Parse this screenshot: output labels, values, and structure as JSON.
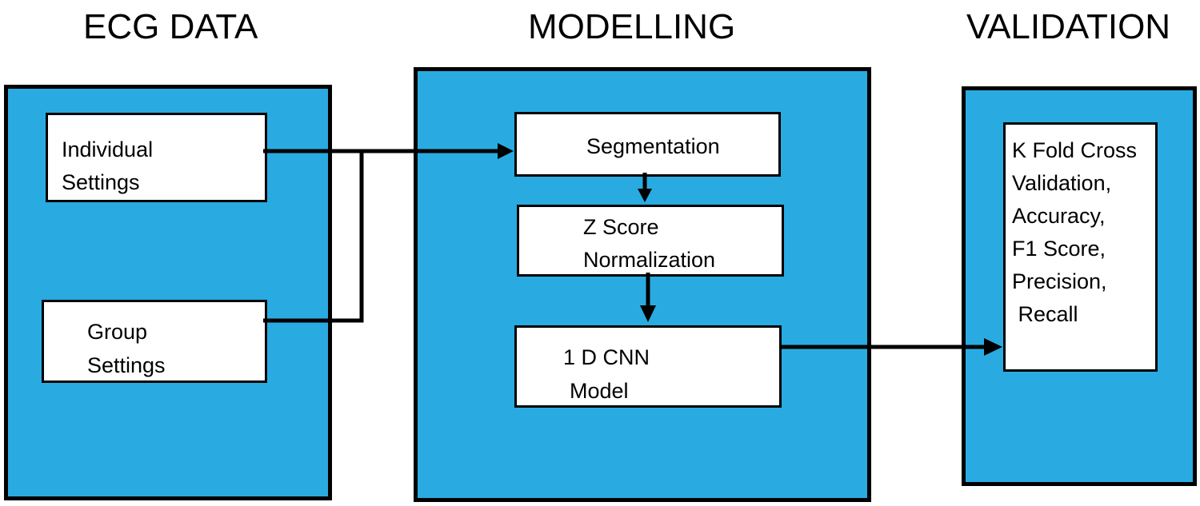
{
  "headings": {
    "ecg_data": "ECG DATA",
    "modelling": "MODELLING",
    "validation": "VALIDATION"
  },
  "ecg_panel": {
    "individual": {
      "line1": "Individual",
      "line2": "Settings"
    },
    "group": {
      "line1": "Group",
      "line2": "Settings"
    }
  },
  "modelling_panel": {
    "segmentation": {
      "line1": "Segmentation"
    },
    "zscore": {
      "line1": "Z Score",
      "line2": "Normalization"
    },
    "cnn": {
      "line1": "1 D CNN",
      "line2": "Model"
    }
  },
  "validation_panel": {
    "metrics": {
      "line1": "K Fold Cross",
      "line2": "Validation,",
      "line3": "Accuracy,",
      "line4": "F1 Score,",
      "line5": "Precision,",
      "line6": " Recall"
    }
  },
  "colors": {
    "panel_fill": "#29abe2",
    "box_fill": "#ffffff",
    "stroke": "#000000"
  }
}
